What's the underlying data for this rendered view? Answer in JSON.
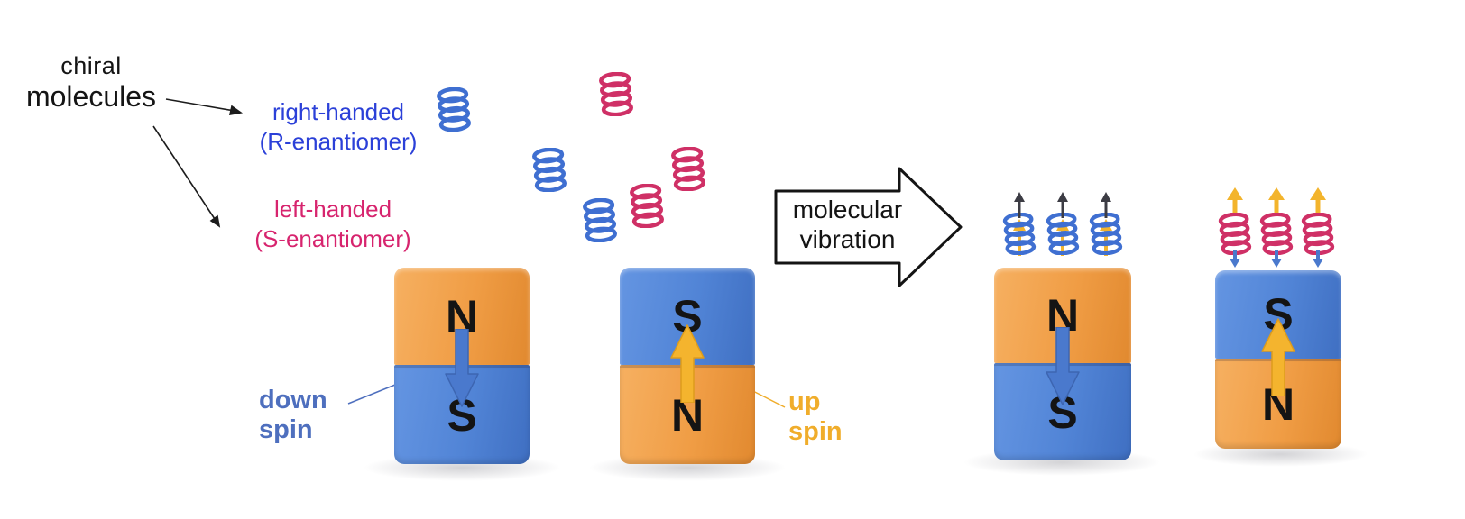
{
  "diagram": {
    "chiral": {
      "line1": "chiral",
      "line2": "molecules"
    },
    "r_enantiomer": {
      "line1": "right-handed",
      "line2": "(R-enantiomer)"
    },
    "s_enantiomer": {
      "line1": "left-handed",
      "line2": "(S-enantiomer)"
    },
    "vibration": {
      "line1": "molecular",
      "line2": "vibration"
    },
    "down_spin": {
      "line1": "down",
      "line2": "spin"
    },
    "up_spin": {
      "line1": "up",
      "line2": "spin"
    }
  },
  "magnets": {
    "before_down": {
      "top": "N",
      "bottom": "S"
    },
    "before_up": {
      "top": "S",
      "bottom": "N"
    },
    "after_down": {
      "top": "N",
      "bottom": "S"
    },
    "after_up": {
      "top": "S",
      "bottom": "N"
    }
  },
  "molecules": {
    "r_enantiomer_spirals_scattered": 3,
    "s_enantiomer_spirals_scattered": 3,
    "r_spirals_on_down_magnet": 3,
    "s_spirals_on_up_magnet": 3
  },
  "icons": {
    "spiral": "coil-spring",
    "down_spin_arrow": "down-arrow",
    "up_spin_arrow": "up-arrow",
    "vibration_arrow": "right-block-arrow"
  },
  "colors": {
    "r_enantiomer_text": "#2b40d8",
    "s_enantiomer_text": "#d7246e",
    "spiral_blue": "#3f6fd1",
    "spiral_pink": "#cf3066",
    "magnet_orange": "#f09d45",
    "magnet_blue": "#5184d6",
    "down_arrow_blue": "#4a79cd",
    "up_arrow_yellow": "#f4b42e",
    "down_spin_text": "#4e6fbe",
    "up_spin_text": "#f0ad2b"
  }
}
